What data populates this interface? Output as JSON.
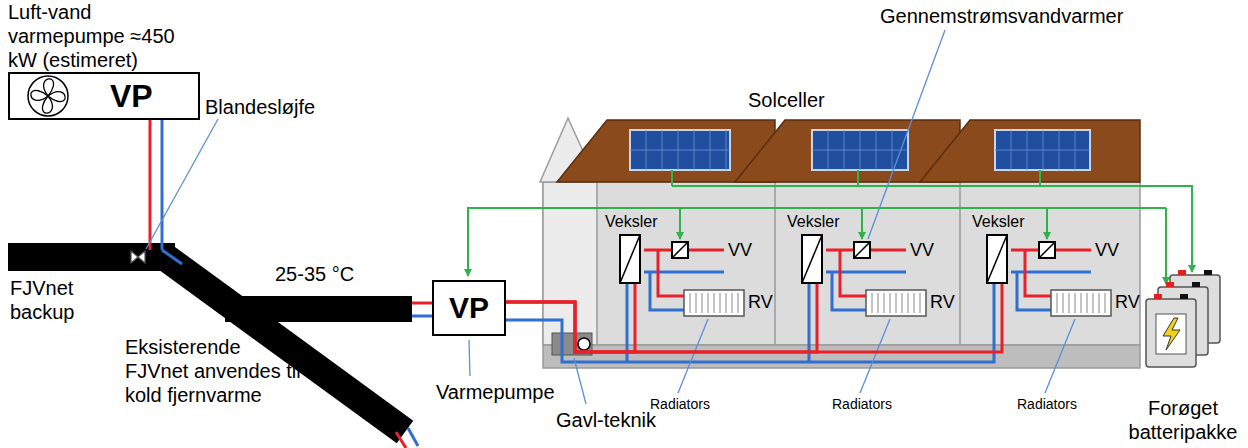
{
  "diagram": {
    "nodes": [
      {
        "text": [
          "Luft-vand varmepumpe ≈450 kW (estimeret)",
          "VP"
        ]
      },
      {
        "text": [
          "VP"
        ]
      },
      {
        "text": [
          "Veksler"
        ]
      },
      {
        "text": [
          "Veksler"
        ]
      },
      {
        "text": [
          "Veksler"
        ]
      }
    ],
    "edges": [
      {
        "from": 1,
        "to": 2,
        "arrow": "none"
      },
      {
        "from": 1,
        "to": 3,
        "arrow": "none"
      },
      {
        "from": 1,
        "to": 4,
        "arrow": "none"
      }
    ],
    "labels": [
      "Blandesløjfe",
      "FJVnet backup",
      "25-35 °C",
      "Eksisterende FJVnet anvendes til kold fjernvarme",
      "Varmepumpe",
      "Gavl-teknik",
      "Solceller",
      "Gennemstrømsvandvarmer",
      "VV",
      "RV",
      "Radiators",
      "VV",
      "RV",
      "Radiators",
      "VV",
      "RV",
      "Radiators",
      "Forøget batteripakke"
    ]
  }
}
